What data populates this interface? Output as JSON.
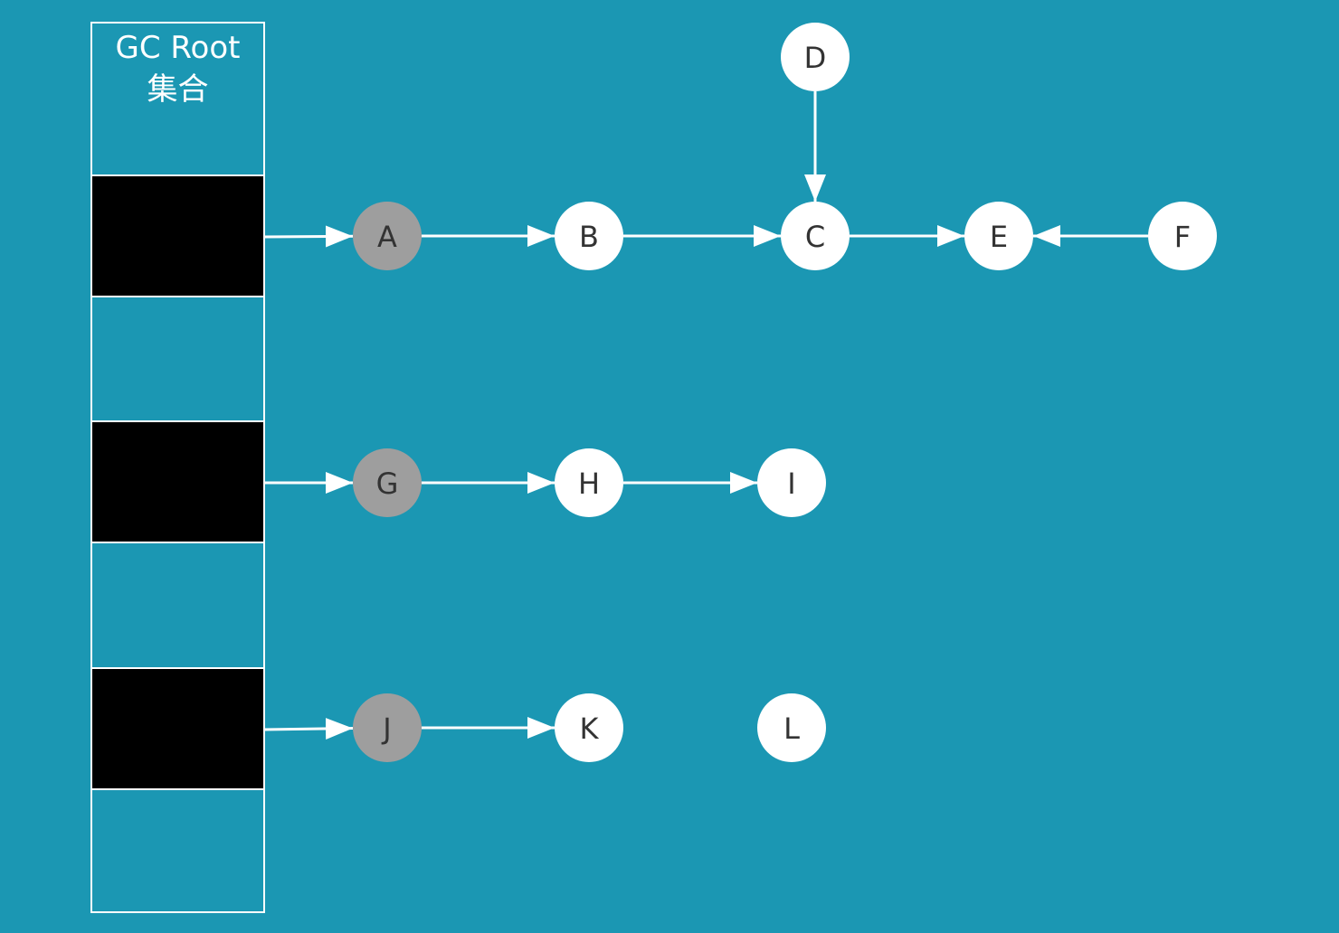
{
  "root_panel": {
    "title_line1": "GC Root",
    "title_line2": "集合",
    "slots": [
      {
        "filled": false
      },
      {
        "filled": true
      },
      {
        "filled": false
      },
      {
        "filled": true
      },
      {
        "filled": false
      },
      {
        "filled": true
      },
      {
        "filled": false
      }
    ]
  },
  "colors": {
    "background": "#1b97b3",
    "root_node": "#9e9e9e",
    "node": "#ffffff",
    "edge": "#ffffff",
    "slot_filled": "#000000",
    "label": "#333333"
  },
  "nodes": [
    {
      "id": "A",
      "label": "A",
      "kind": "root"
    },
    {
      "id": "B",
      "label": "B",
      "kind": "normal"
    },
    {
      "id": "C",
      "label": "C",
      "kind": "normal"
    },
    {
      "id": "D",
      "label": "D",
      "kind": "normal"
    },
    {
      "id": "E",
      "label": "E",
      "kind": "normal"
    },
    {
      "id": "F",
      "label": "F",
      "kind": "normal"
    },
    {
      "id": "G",
      "label": "G",
      "kind": "root"
    },
    {
      "id": "H",
      "label": "H",
      "kind": "normal"
    },
    {
      "id": "I",
      "label": "I",
      "kind": "normal"
    },
    {
      "id": "J",
      "label": "J",
      "kind": "root"
    },
    {
      "id": "K",
      "label": "K",
      "kind": "normal"
    },
    {
      "id": "L",
      "label": "L",
      "kind": "normal"
    }
  ],
  "edges": [
    {
      "from": "slot-1",
      "to": "A"
    },
    {
      "from": "A",
      "to": "B"
    },
    {
      "from": "B",
      "to": "C"
    },
    {
      "from": "D",
      "to": "C"
    },
    {
      "from": "C",
      "to": "E"
    },
    {
      "from": "F",
      "to": "E"
    },
    {
      "from": "slot-3",
      "to": "G"
    },
    {
      "from": "G",
      "to": "H"
    },
    {
      "from": "H",
      "to": "I"
    },
    {
      "from": "slot-5",
      "to": "J"
    },
    {
      "from": "J",
      "to": "K"
    }
  ]
}
